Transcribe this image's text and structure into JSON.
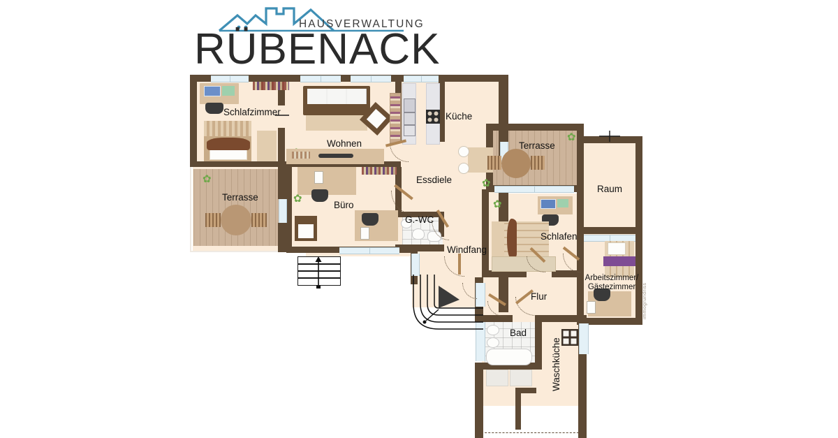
{
  "logo": {
    "subtitle": "HAUSVERWALTUNG",
    "brand": "RÜBENACK",
    "accent_color": "#3f8fb5",
    "text_color": "#2b2b2b",
    "icon": "roof-skyline-icon"
  },
  "plan": {
    "watermark": "immogrundriss",
    "colors": {
      "wall": "#5e4a35",
      "floor": "#fbebd9",
      "terrace_deck": "#cdb49b",
      "tile": "#f4f4f2",
      "window": "#e4f1f7",
      "label_text": "#121212"
    },
    "rooms": [
      {
        "id": "schlafzimmer",
        "label": "Schlafzimmer"
      },
      {
        "id": "wohnen",
        "label": "Wohnen"
      },
      {
        "id": "kueche",
        "label": "Küche"
      },
      {
        "id": "essdiele",
        "label": "Essdiele"
      },
      {
        "id": "terrasse-west",
        "label": "Terrasse"
      },
      {
        "id": "buero",
        "label": "Büro"
      },
      {
        "id": "g-wc",
        "label": "G.-WC"
      },
      {
        "id": "windfang",
        "label": "Windfang"
      },
      {
        "id": "terrasse-ost",
        "label": "Terrasse"
      },
      {
        "id": "raum",
        "label": "Raum"
      },
      {
        "id": "schlafen",
        "label": "Schlafen"
      },
      {
        "id": "arbeitszimmer",
        "label": "Arbeitszimmer/"
      },
      {
        "id": "gaestezimmer",
        "label": "Gästezimmer"
      },
      {
        "id": "flur",
        "label": "Flur"
      },
      {
        "id": "bad",
        "label": "Bad"
      },
      {
        "id": "waschkueche",
        "label": "Waschküche"
      }
    ]
  }
}
